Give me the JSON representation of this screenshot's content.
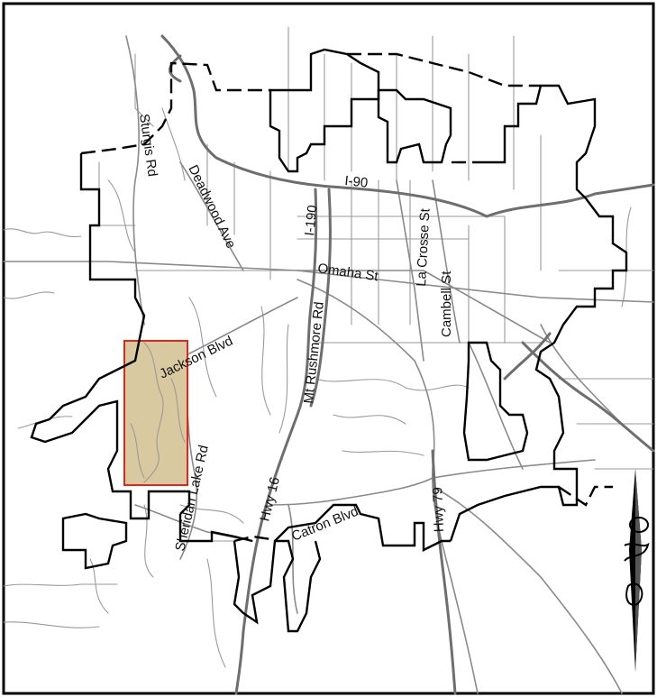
{
  "map": {
    "study_area_fill": "#d9c9a0",
    "study_area_stroke": "#e2261d",
    "border_color": "#000000",
    "road_color": "#8a8a8a",
    "boundary_color": "#000000"
  },
  "street_labels": {
    "sturgis": "Sturgis Rd",
    "deadwood": "Deadwood Ave",
    "i90": "I-90",
    "i190": "I-190",
    "omaha": "Omaha St",
    "lacrosse": "La Crosse St",
    "cambell": "Cambell St",
    "rushmore": "Mt Rushmore Rd",
    "jackson": "Jackson Blvd",
    "sheridan": "Sheridan Lake Rd",
    "hwy16": "Hwy 16",
    "catron": "Catron Blvd",
    "hwy79": "Hwy 79"
  },
  "north_arrow": {
    "icon": "north-arrow-icon"
  }
}
